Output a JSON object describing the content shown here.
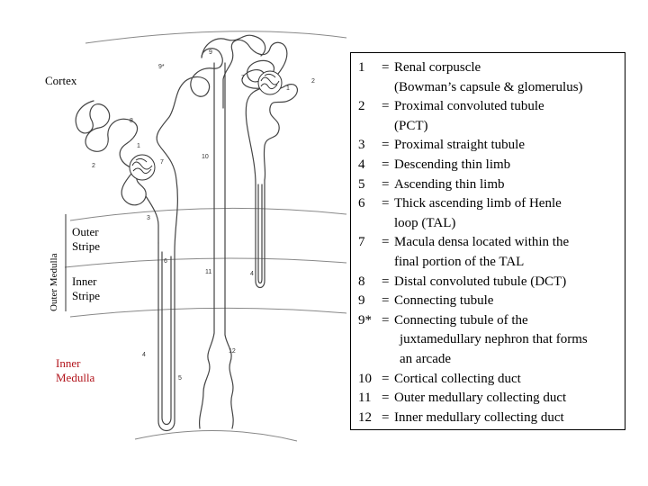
{
  "diagram": {
    "zones": {
      "cortex": "Cortex",
      "outer_medulla": "Outer Medulla",
      "outer_stripe": [
        "Outer",
        "Stripe"
      ],
      "inner_stripe": [
        "Inner",
        "Stripe"
      ],
      "inner_medulla": [
        "Inner",
        "Medulla"
      ]
    },
    "tags": [
      "1",
      "2",
      "3",
      "4",
      "5",
      "6",
      "7",
      "8",
      "9",
      "9*",
      "10",
      "11",
      "12"
    ],
    "colors": {
      "inner_medulla_label": "#b2141c",
      "line": "#444444",
      "zone_line": "#888888"
    }
  },
  "legend": {
    "items": [
      {
        "num": "1",
        "text": "Renal corpuscle",
        "cont": [
          "(Bowman’s capsule & glomerulus)"
        ]
      },
      {
        "num": "2",
        "text": "Proximal convoluted tubule",
        "cont": [
          "(PCT)"
        ]
      },
      {
        "num": "3",
        "text": "Proximal straight tubule",
        "cont": []
      },
      {
        "num": "4",
        "text": "Descending thin limb",
        "cont": []
      },
      {
        "num": "5",
        "text": "Ascending thin limb",
        "cont": []
      },
      {
        "num": "6",
        "text": "Thick ascending limb of Henle",
        "cont": [
          "loop (TAL)"
        ]
      },
      {
        "num": "7",
        "text": "Macula densa located within the",
        "cont": [
          "final portion of the TAL"
        ]
      },
      {
        "num": "8",
        "text": "Distal convoluted tubule (DCT)",
        "cont": []
      },
      {
        "num": "9",
        "text": "Connecting tubule",
        "cont": []
      },
      {
        "num": "9*",
        "text": "Connecting tubule of the",
        "cont": [
          "juxtamedullary nephron that forms",
          "an arcade"
        ]
      },
      {
        "num": "10",
        "text": "Cortical collecting duct",
        "cont": []
      },
      {
        "num": "11",
        "text": "Outer medullary collecting duct",
        "cont": []
      },
      {
        "num": "12",
        "text": "Inner medullary collecting duct",
        "cont": []
      }
    ]
  }
}
